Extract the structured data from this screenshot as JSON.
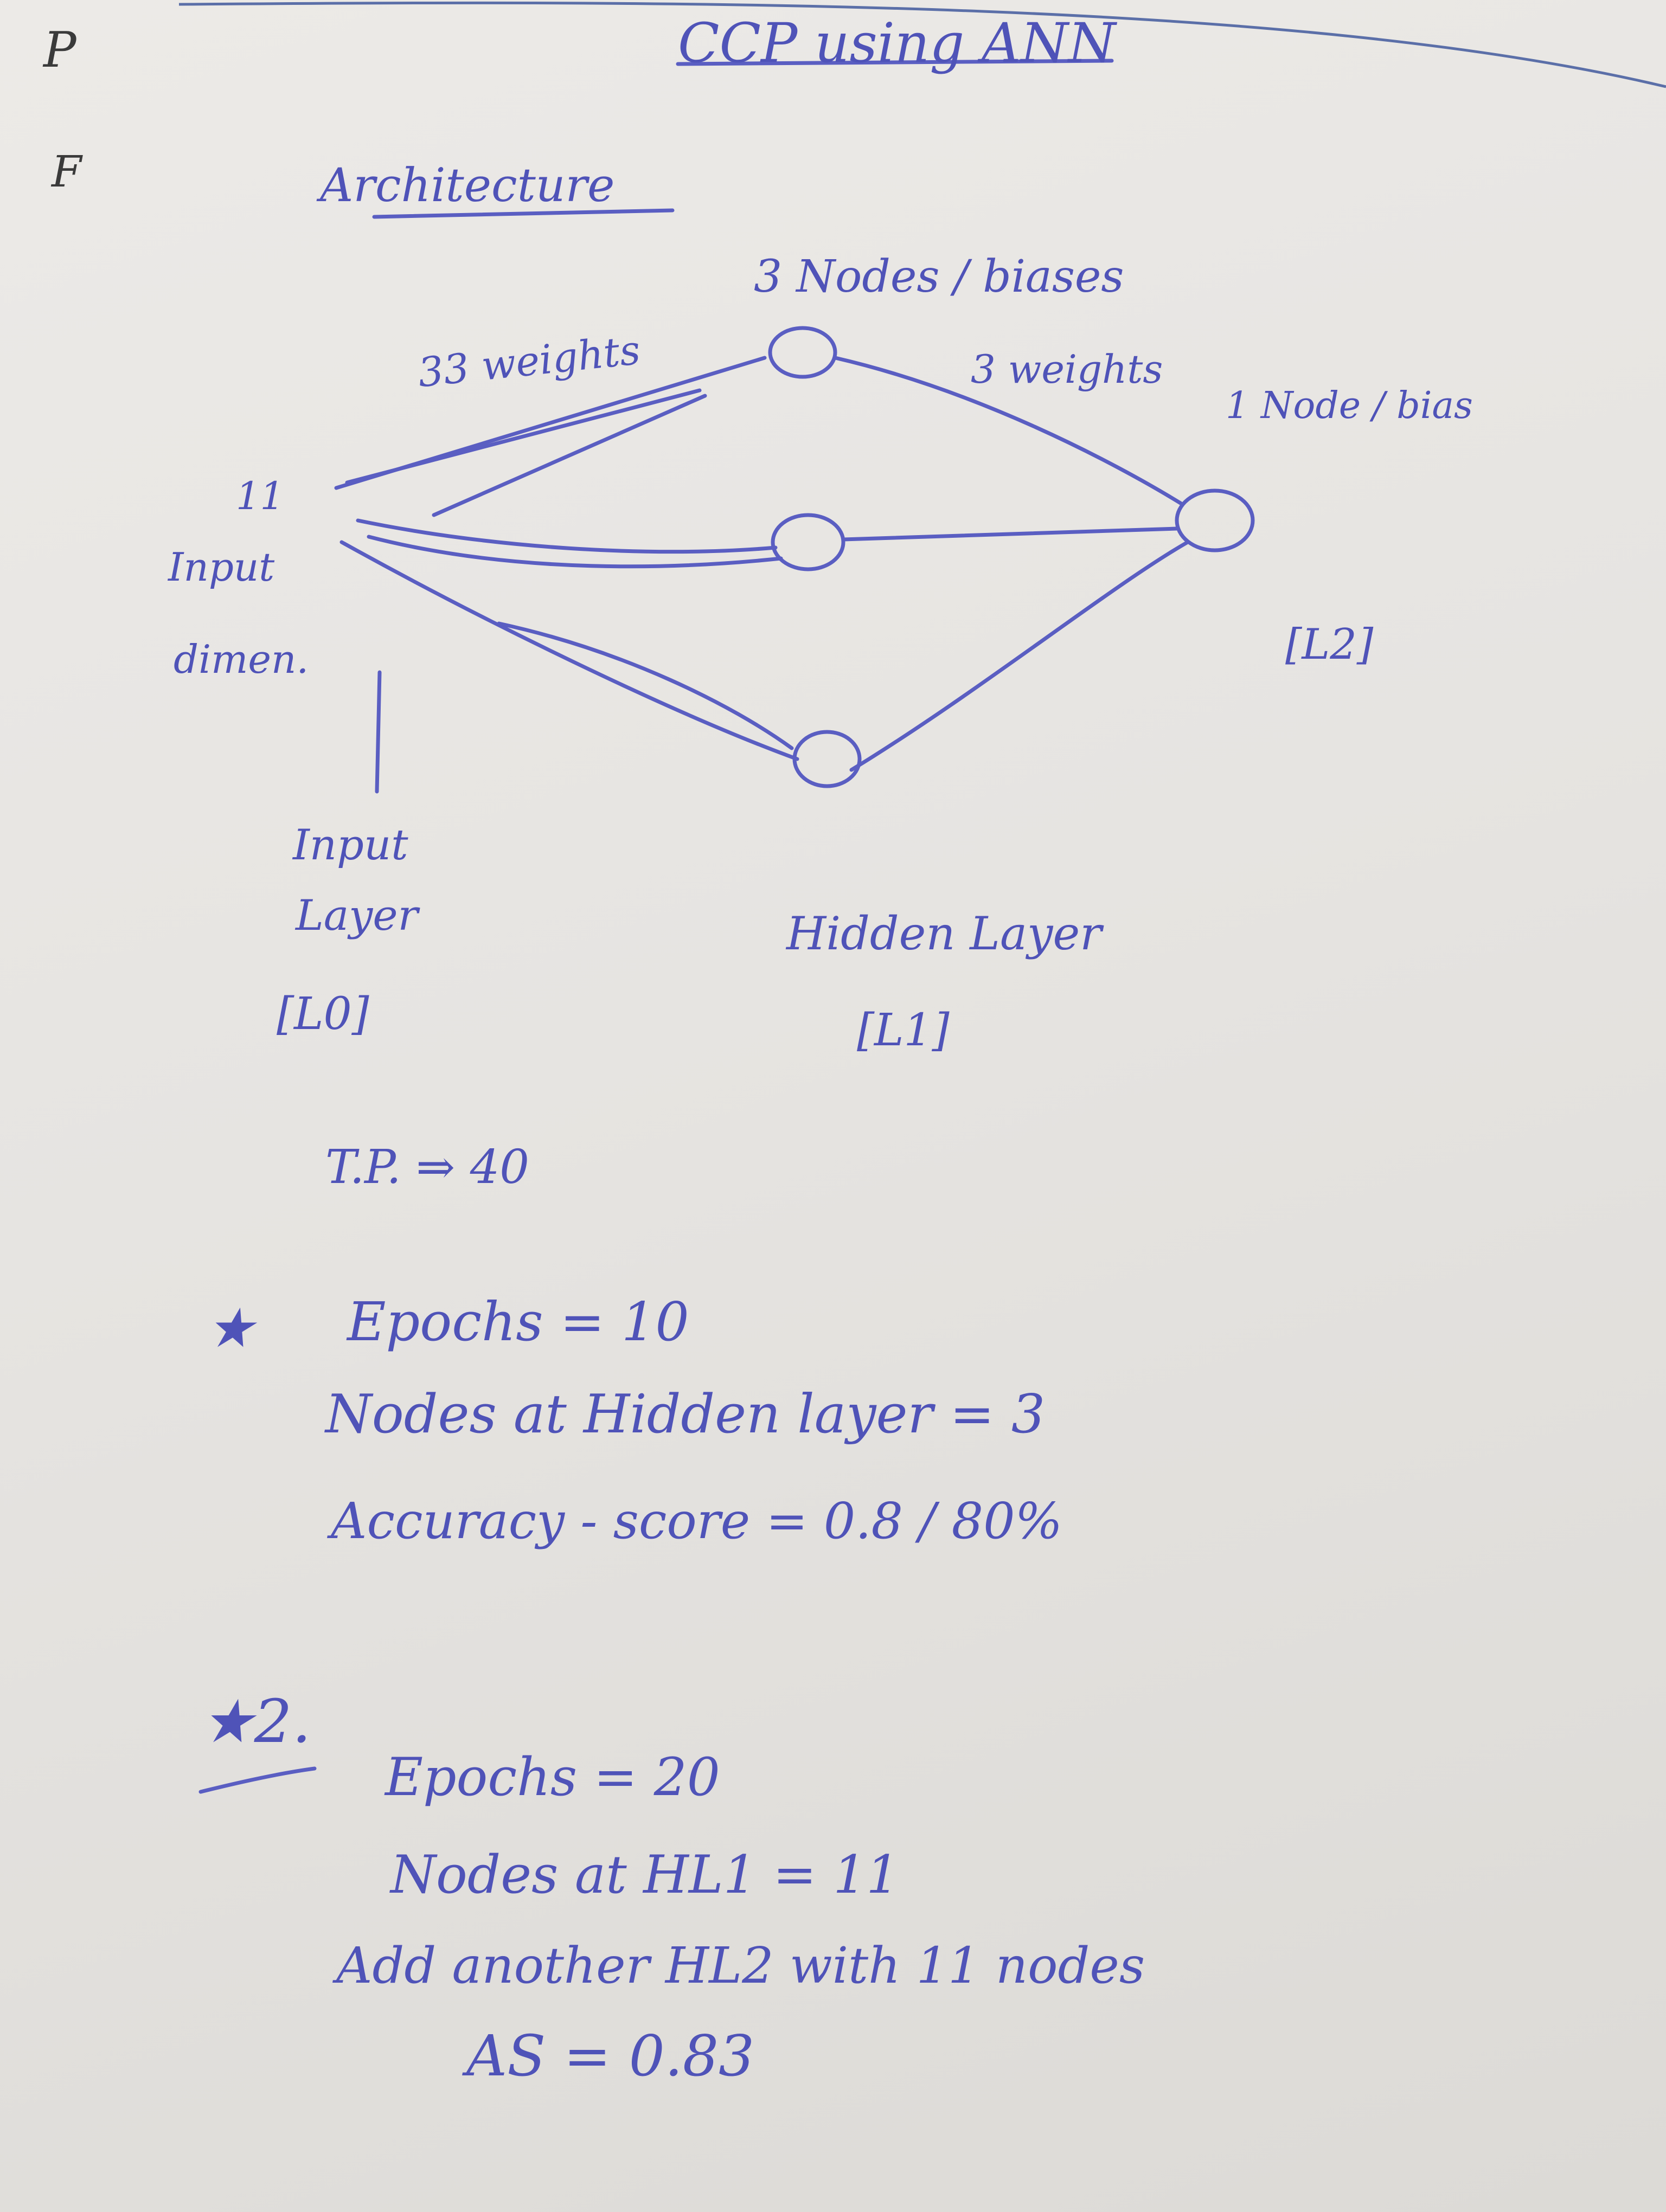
{
  "title": "CCP using ANN",
  "heading": "Architecture",
  "margin_marks": [
    "P",
    "F"
  ],
  "diagram": {
    "input_count": "11",
    "input_label_line1": "Input",
    "input_label_line2": "dimen.",
    "hidden_nodes_label": "3 Nodes / biases",
    "input_weights_label": "33 weights",
    "hidden_weights_label": "3 weights",
    "output_label": "1 Node / bias",
    "output_layer_tag": "[L2]",
    "input_layer_line1": "Input",
    "input_layer_line2": "Layer",
    "input_layer_tag": "[L0]",
    "hidden_layer_label": "Hidden Layer",
    "hidden_layer_tag": "[L1]"
  },
  "tp_line": "T.P.  ⇒  40",
  "experiment1": {
    "marker": "★",
    "epochs": "Epochs = 10",
    "nodes": "Nodes at Hidden layer = 3",
    "accuracy": "Accuracy - score = 0.8 / 80%"
  },
  "experiment2": {
    "marker": "★2.",
    "epochs": "Epochs = 20",
    "nodes": "Nodes at HL1 = 11",
    "add_layer": "Add another HL2 with 11 nodes",
    "score": "AS = 0.83"
  }
}
